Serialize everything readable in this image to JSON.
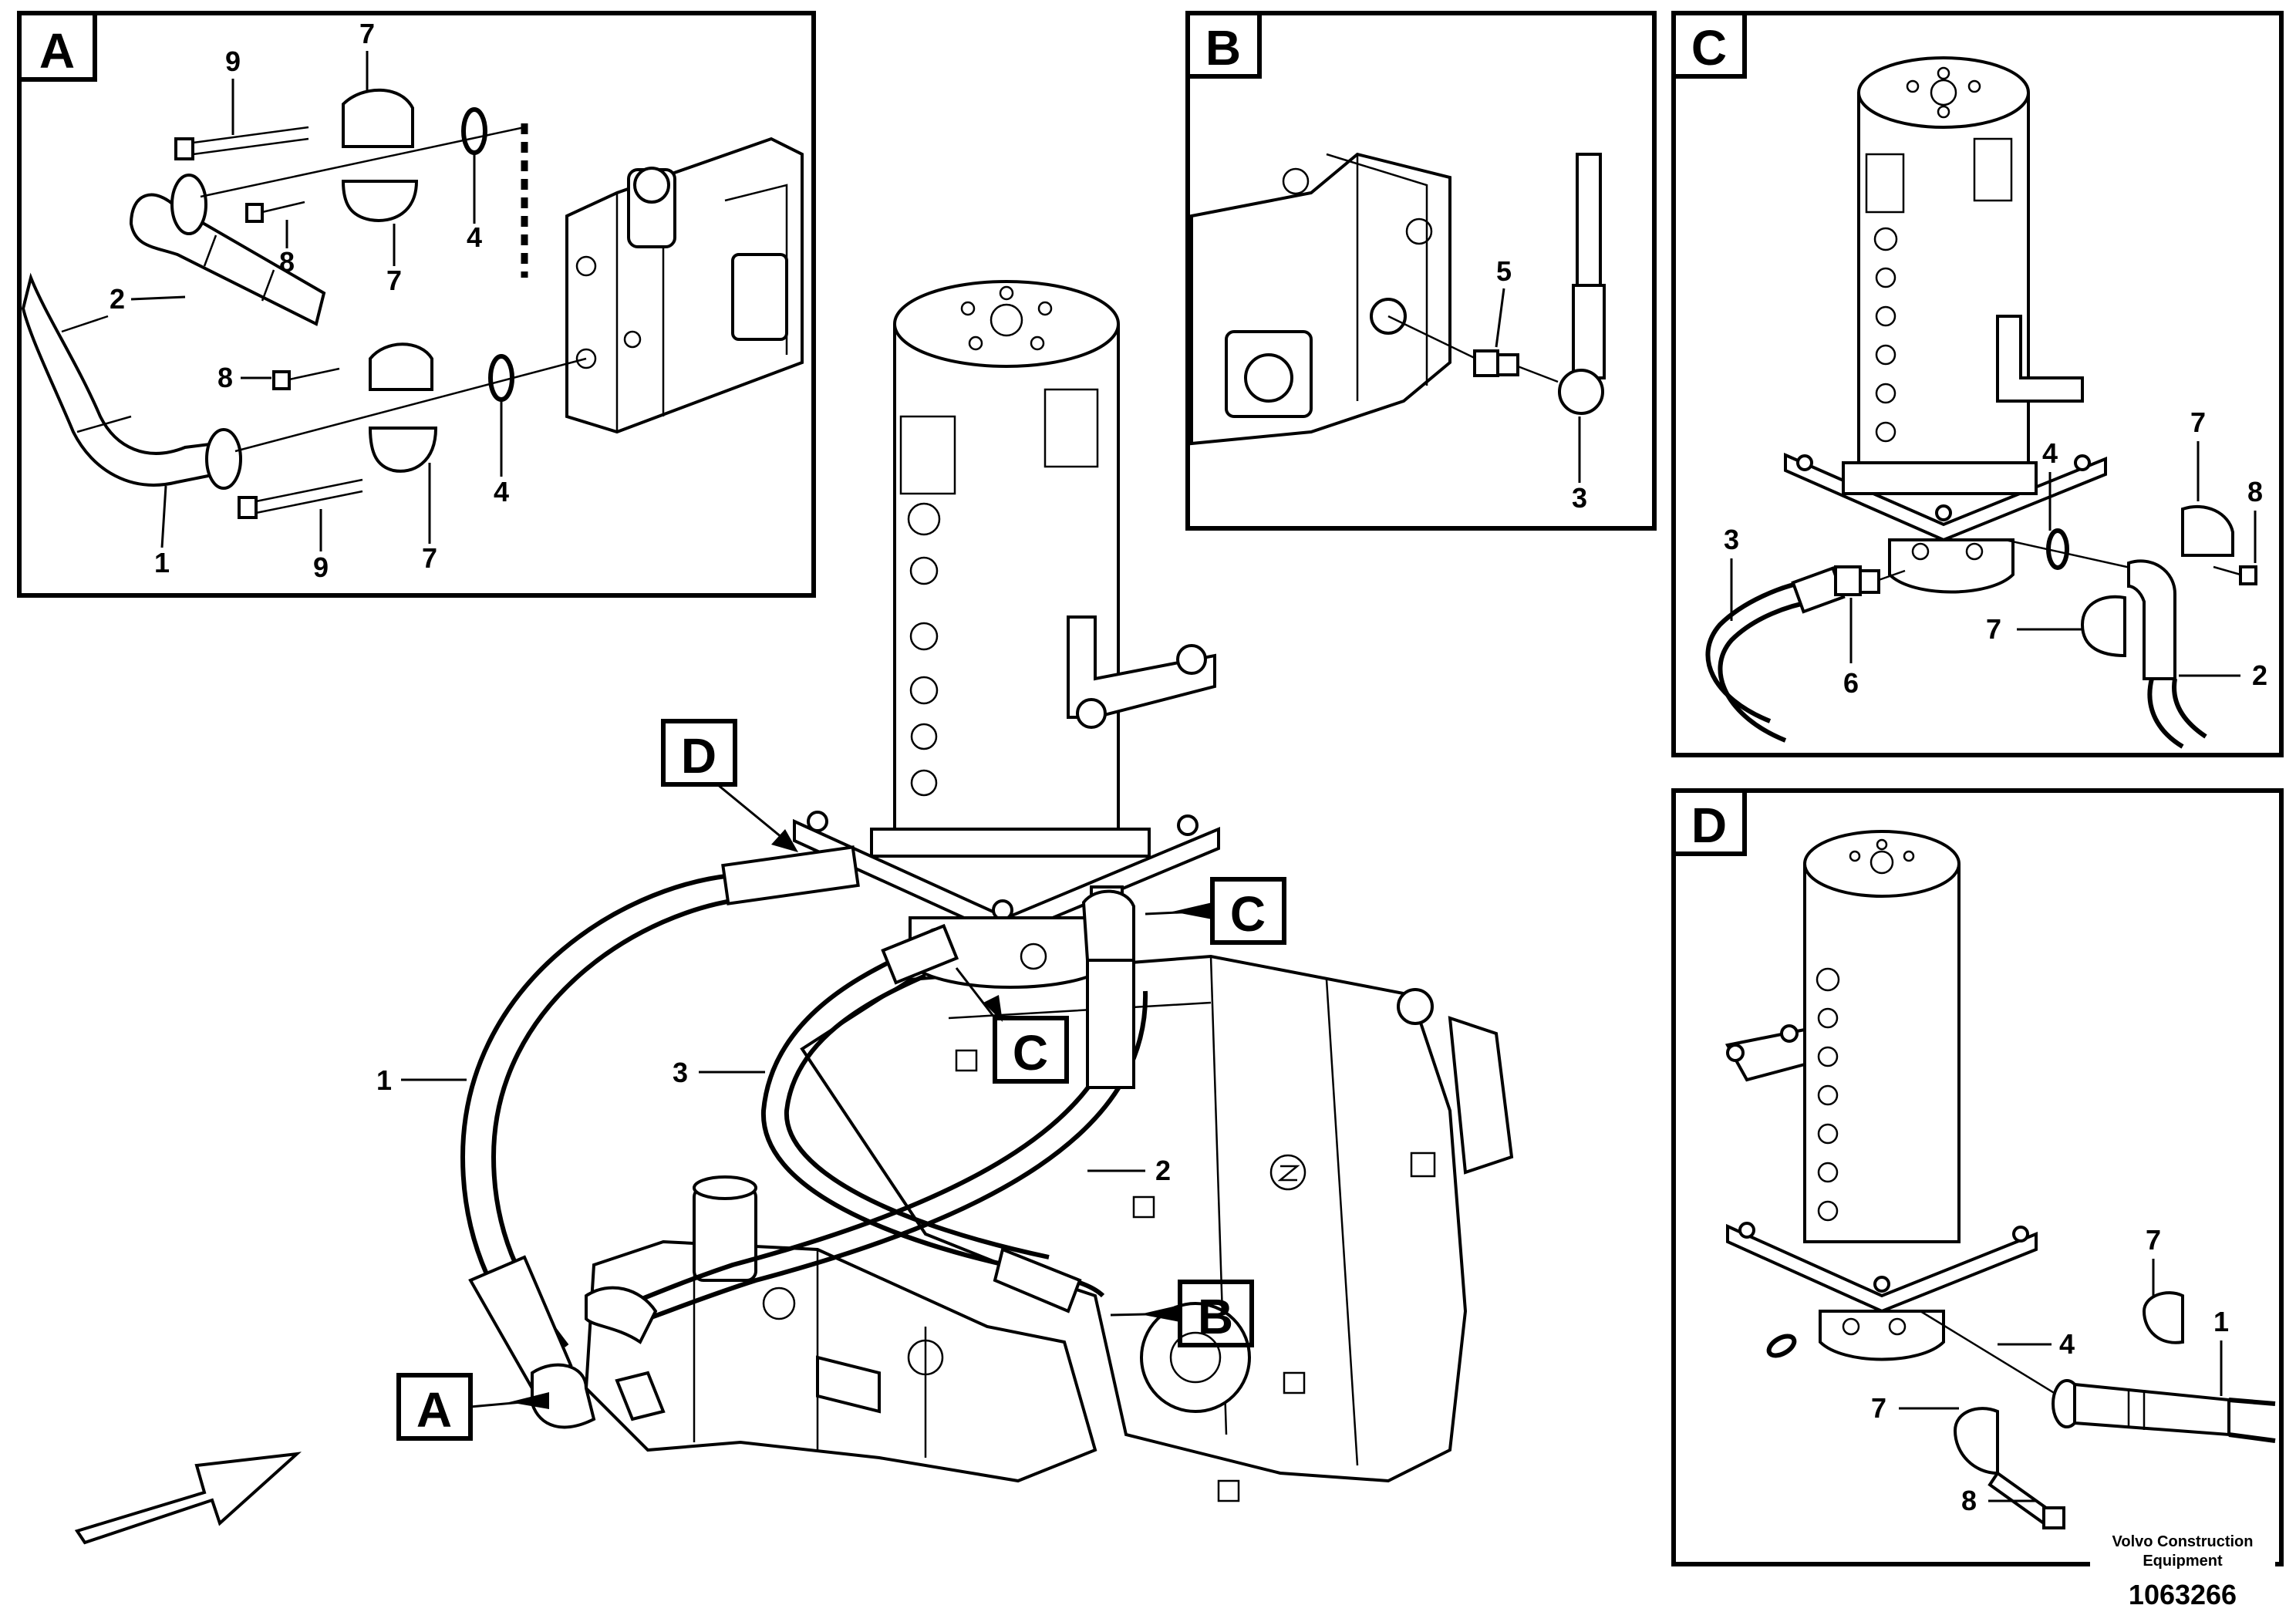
{
  "panels": {
    "a": {
      "tag": "A",
      "labels": [
        "9",
        "7",
        "8",
        "4",
        "2",
        "7",
        "8",
        "1",
        "9",
        "7",
        "4"
      ]
    },
    "b": {
      "tag": "B",
      "labels": [
        "5",
        "3"
      ]
    },
    "c": {
      "tag": "C",
      "labels": [
        "4",
        "7",
        "8",
        "3",
        "7",
        "6",
        "2"
      ]
    },
    "d": {
      "tag": "D",
      "labels": [
        "7",
        "1",
        "4",
        "7",
        "8"
      ]
    }
  },
  "main": {
    "callouts": [
      "D",
      "C",
      "C",
      "B",
      "A"
    ],
    "labels": [
      "1",
      "3",
      "2"
    ]
  },
  "footer": {
    "publisher_line1": "Volvo Construction",
    "publisher_line2": "Equipment",
    "drawing_number": "1063266"
  }
}
